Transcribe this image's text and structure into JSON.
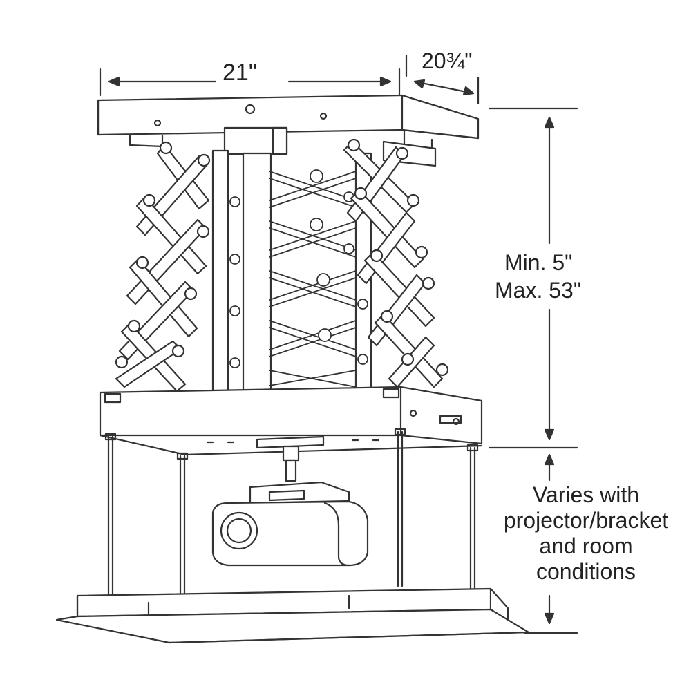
{
  "dimensions": {
    "width": "21\"",
    "depth": "20¾\"",
    "travel_min": "Min. 5\"",
    "travel_max": "Max. 53\"",
    "clearance": [
      "Varies with",
      "projector/bracket",
      "and room",
      "conditions"
    ]
  },
  "colors": {
    "line": "#333333",
    "fill": "#ffffff"
  }
}
